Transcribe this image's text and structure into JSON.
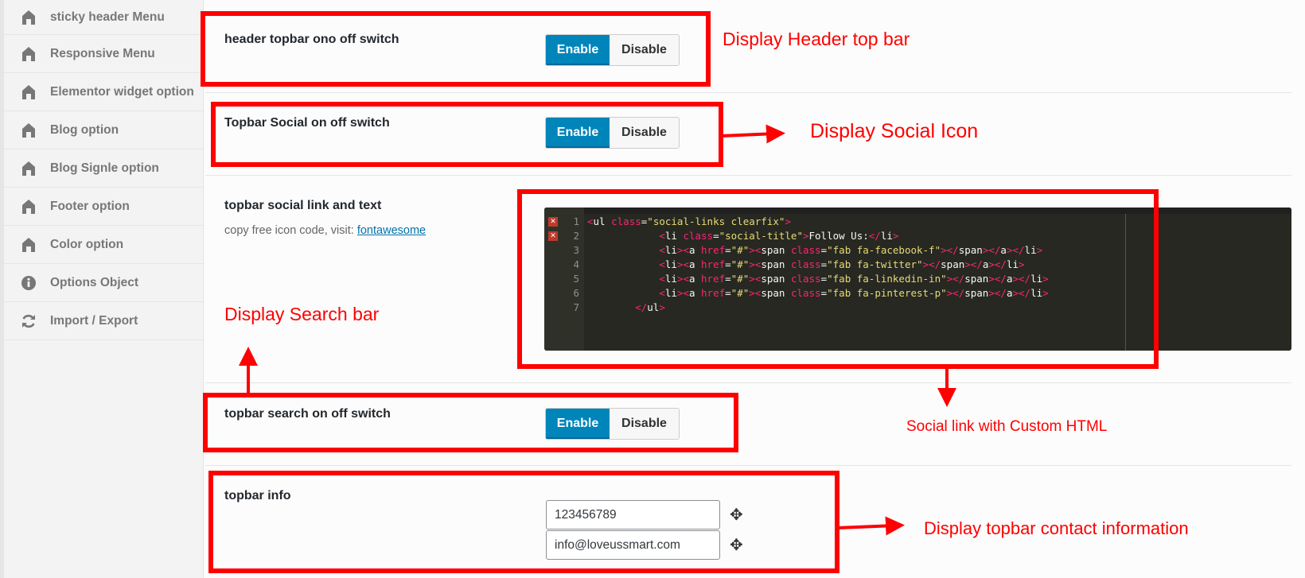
{
  "sidebar": {
    "items": [
      {
        "label": "sticky header Menu",
        "icon": "home-icon"
      },
      {
        "label": "Responsive Menu",
        "icon": "home-icon"
      },
      {
        "label": "Elementor widget option",
        "icon": "home-icon"
      },
      {
        "label": "Blog option",
        "icon": "home-icon"
      },
      {
        "label": "Blog Signle option",
        "icon": "home-icon"
      },
      {
        "label": "Footer option",
        "icon": "home-icon"
      },
      {
        "label": "Color option",
        "icon": "home-icon"
      },
      {
        "label": "Options Object",
        "icon": "info-icon"
      },
      {
        "label": "Import / Export",
        "icon": "refresh-icon"
      }
    ]
  },
  "settings": {
    "topbar_switch": {
      "label": "header topbar ono off switch",
      "enable": "Enable",
      "disable": "Disable",
      "selected": "Enable"
    },
    "social_switch": {
      "label": "Topbar Social on off switch",
      "enable": "Enable",
      "disable": "Disable",
      "selected": "Enable"
    },
    "social_link": {
      "label": "topbar social link and text",
      "desc": "copy free icon code, visit:",
      "link": "fontawesome",
      "code_lines": [
        "<ul class=\"social-links clearfix\">",
        "            <li class=\"social-title\">Follow Us:</li>",
        "            <li><a href=\"#\"><span class=\"fab fa-facebook-f\"></span></a></li>",
        "            <li><a href=\"#\"><span class=\"fab fa-twitter\"></span></a></li>",
        "            <li><a href=\"#\"><span class=\"fab fa-linkedin-in\"></span></a></li>",
        "            <li><a href=\"#\"><span class=\"fab fa-pinterest-p\"></span></a></li>",
        "        </ul>"
      ],
      "error_lines": [
        1,
        2
      ]
    },
    "search_switch": {
      "label": "topbar search on off switch",
      "enable": "Enable",
      "disable": "Disable",
      "selected": "Enable"
    },
    "info": {
      "label": "topbar info",
      "phone": "123456789",
      "email": "info@loveussmart.com"
    }
  },
  "annotations": {
    "a1": "Display Header top bar",
    "a2": "Display Social Icon",
    "a3": "Display Search bar",
    "a4": "Social link with Custom HTML",
    "a5": "Display topbar contact information"
  },
  "colors": {
    "annotation": "#ff0000",
    "enable": "#0085ba",
    "editor_bg": "#272822"
  }
}
